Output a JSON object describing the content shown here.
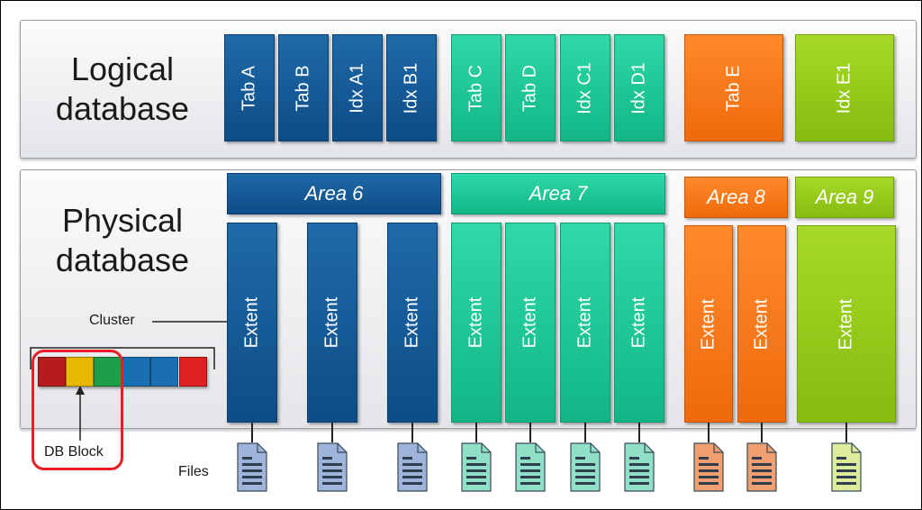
{
  "logical": {
    "title": "Logical\ndatabase",
    "objects": [
      "Tab A",
      "Tab B",
      "Idx A1",
      "Idx B1",
      "Tab C",
      "Tab D",
      "Idx C1",
      "Idx D1",
      "Tab E",
      "Idx E1"
    ]
  },
  "physical": {
    "title": "Physical\ndatabase",
    "areas": [
      "Area 6",
      "Area 7",
      "Area 8",
      "Area 9"
    ],
    "extent_label": "Extent"
  },
  "labels": {
    "cluster": "Cluster",
    "db_block": "DB Block",
    "files": "Files"
  },
  "colors": {
    "blue": "#1366a6",
    "teal": "#1fcb99",
    "orange": "#f5771a",
    "green": "#96cb1c",
    "highlight_red": "#ee1c24",
    "file_blue": "#9fb4da",
    "file_teal": "#8fe0c6",
    "file_orange": "#f0a070",
    "file_green": "#dcec9a"
  },
  "cluster_block_colors": [
    "#b71c1c",
    "#e6b800",
    "#1f9e4a",
    "#1a6fb3",
    "#1a6fb3",
    "#e02020"
  ]
}
